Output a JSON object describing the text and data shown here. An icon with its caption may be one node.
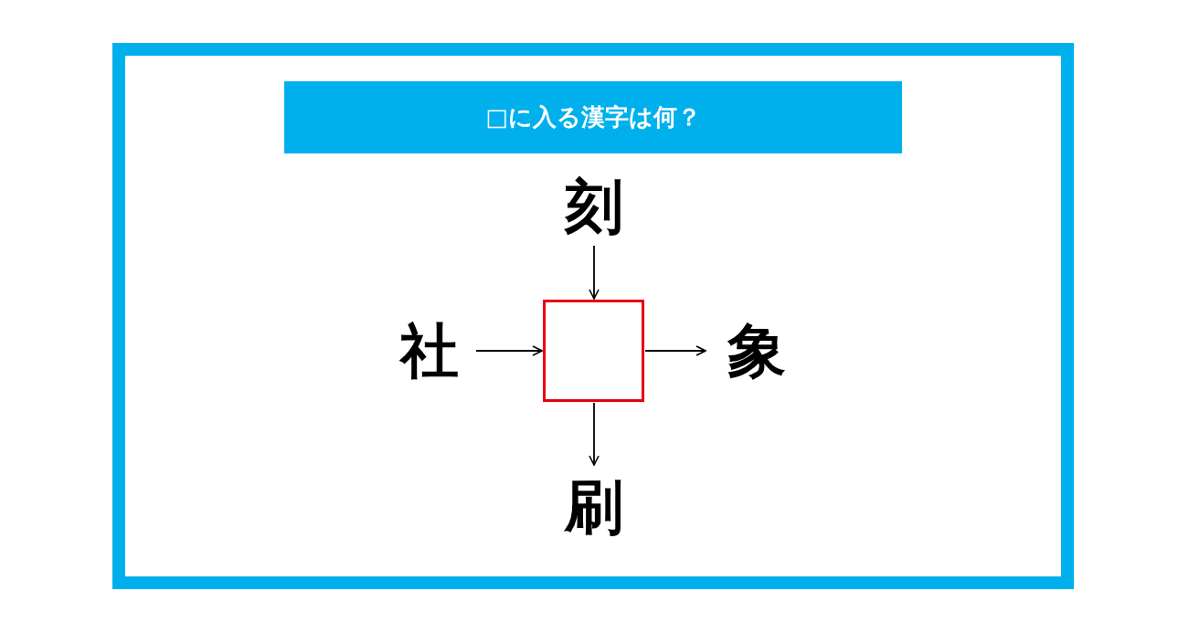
{
  "diagram": {
    "title": "□に入る漢字は何？",
    "nodes": [
      {
        "text": [
          "刻"
        ]
      },
      {
        "text": [
          "社"
        ]
      },
      {
        "text": [],
        "shape": "box"
      },
      {
        "text": [
          "象"
        ]
      },
      {
        "text": [
          "刷"
        ]
      }
    ],
    "edges": [
      {
        "from": 0,
        "to": 2,
        "arrow": "to"
      },
      {
        "from": 1,
        "to": 2,
        "arrow": "to"
      },
      {
        "from": 2,
        "to": 3,
        "arrow": "to"
      },
      {
        "from": 2,
        "to": 4,
        "arrow": "to"
      }
    ]
  }
}
